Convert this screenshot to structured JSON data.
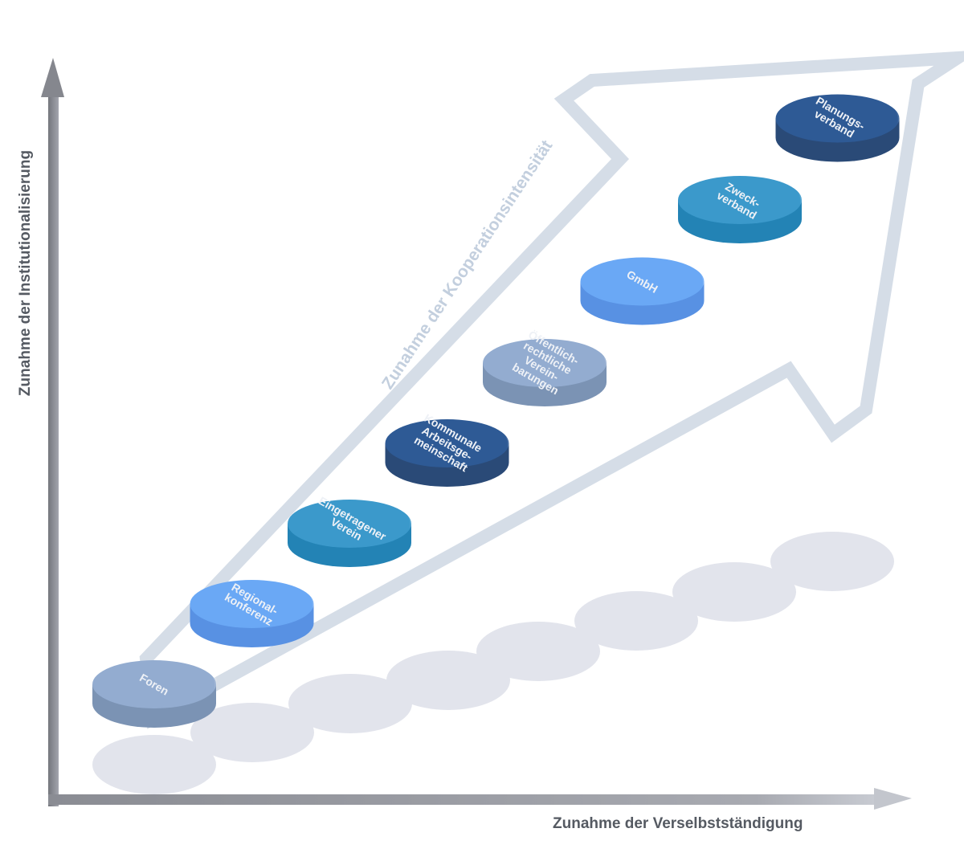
{
  "axes": {
    "x_label": "Zunahme der Verselbstständigung",
    "y_label": "Zunahme der Institutionalisierung"
  },
  "arrow_label": "Zunahme der Kooperationsintensität",
  "steps": [
    {
      "lines": [
        "Foren"
      ],
      "top": "#93acd0",
      "side": "#7b93b4"
    },
    {
      "lines": [
        "Regional-",
        "konferenz"
      ],
      "top": "#6aa8f5",
      "side": "#5891e3"
    },
    {
      "lines": [
        "Eingetragener",
        "Verein"
      ],
      "top": "#3b99cb",
      "side": "#2383b5"
    },
    {
      "lines": [
        "Kommunale",
        "Arbeitsge-",
        "meinschaft"
      ],
      "top": "#2e5a95",
      "side": "#2a4a77"
    },
    {
      "lines": [
        "Öffentlich-",
        "rechtliche",
        "Verein-",
        "barungen"
      ],
      "top": "#93acd0",
      "side": "#7b93b4"
    },
    {
      "lines": [
        "GmbH"
      ],
      "top": "#6aa8f5",
      "side": "#5891e3"
    },
    {
      "lines": [
        "Zweck-",
        "verband"
      ],
      "top": "#3b99cb",
      "side": "#2383b5"
    },
    {
      "lines": [
        "Planungs-",
        "verband"
      ],
      "top": "#2e5a95",
      "side": "#2a4a77"
    }
  ],
  "colors": {
    "axis": "#8e9097",
    "arrow": "#d5dde7",
    "shadow": "#e2e4ec",
    "label_text": "#eef1f6"
  }
}
